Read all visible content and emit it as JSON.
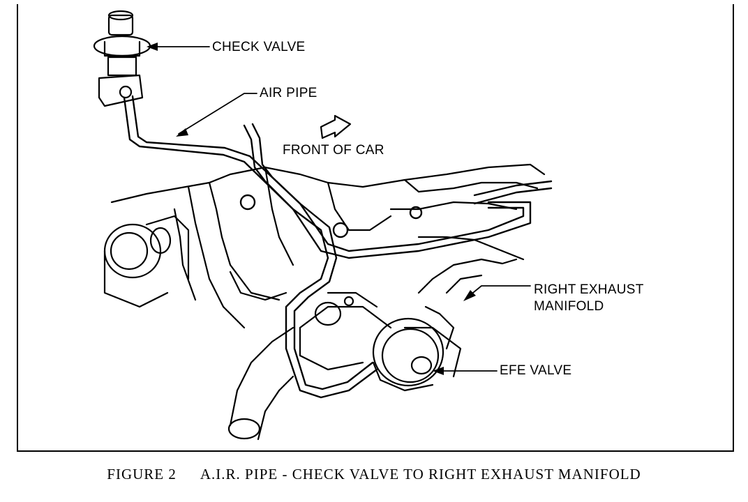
{
  "labels": {
    "check_valve": "CHECK VALVE",
    "air_pipe": "AIR PIPE",
    "front_of_car": "FRONT OF CAR",
    "right_exhaust_line1": "RIGHT EXHAUST",
    "right_exhaust_line2": "MANIFOLD",
    "efe_valve": "EFE VALVE"
  },
  "caption": {
    "figure": "FIGURE 2",
    "title": "A.I.R. PIPE - CHECK VALVE TO RIGHT EXHAUST MANIFOLD"
  }
}
